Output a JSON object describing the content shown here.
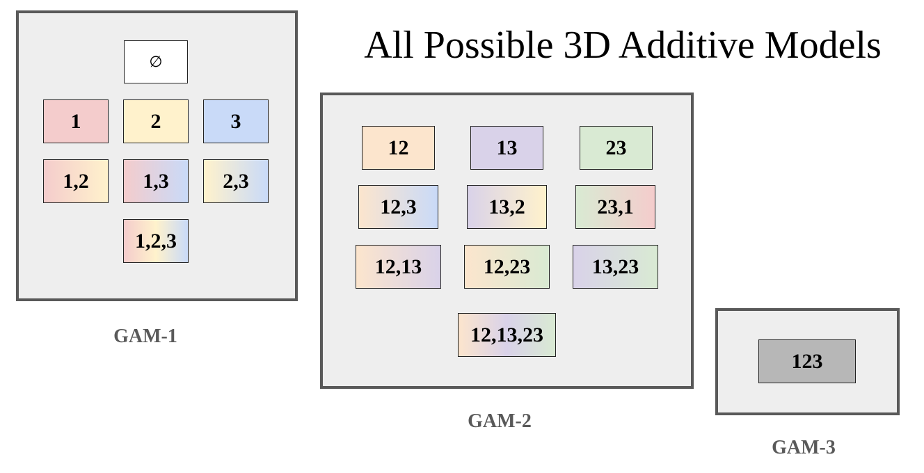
{
  "title": "All Possible 3D Additive Models",
  "gam1": {
    "label": "GAM-1",
    "boxes": [
      "∅",
      "1",
      "2",
      "3",
      "1,2",
      "1,3",
      "2,3",
      "1,2,3"
    ]
  },
  "gam2": {
    "label": "GAM-2",
    "boxes": [
      "12",
      "13",
      "23",
      "12,3",
      "13,2",
      "23,1",
      "12,13",
      "12,23",
      "13,23",
      "12,13,23"
    ]
  },
  "gam3": {
    "label": "GAM-3",
    "boxes": [
      "123"
    ]
  },
  "colors": {
    "1": "#f4cccc",
    "2": "#fff2cc",
    "3": "#c9daf8",
    "12": "#fce5cd",
    "13": "#d9d2e9",
    "23": "#d9ead3",
    "123": "#b7b7b7",
    "panel": "#eeeeee",
    "panel_border": "#595959"
  }
}
